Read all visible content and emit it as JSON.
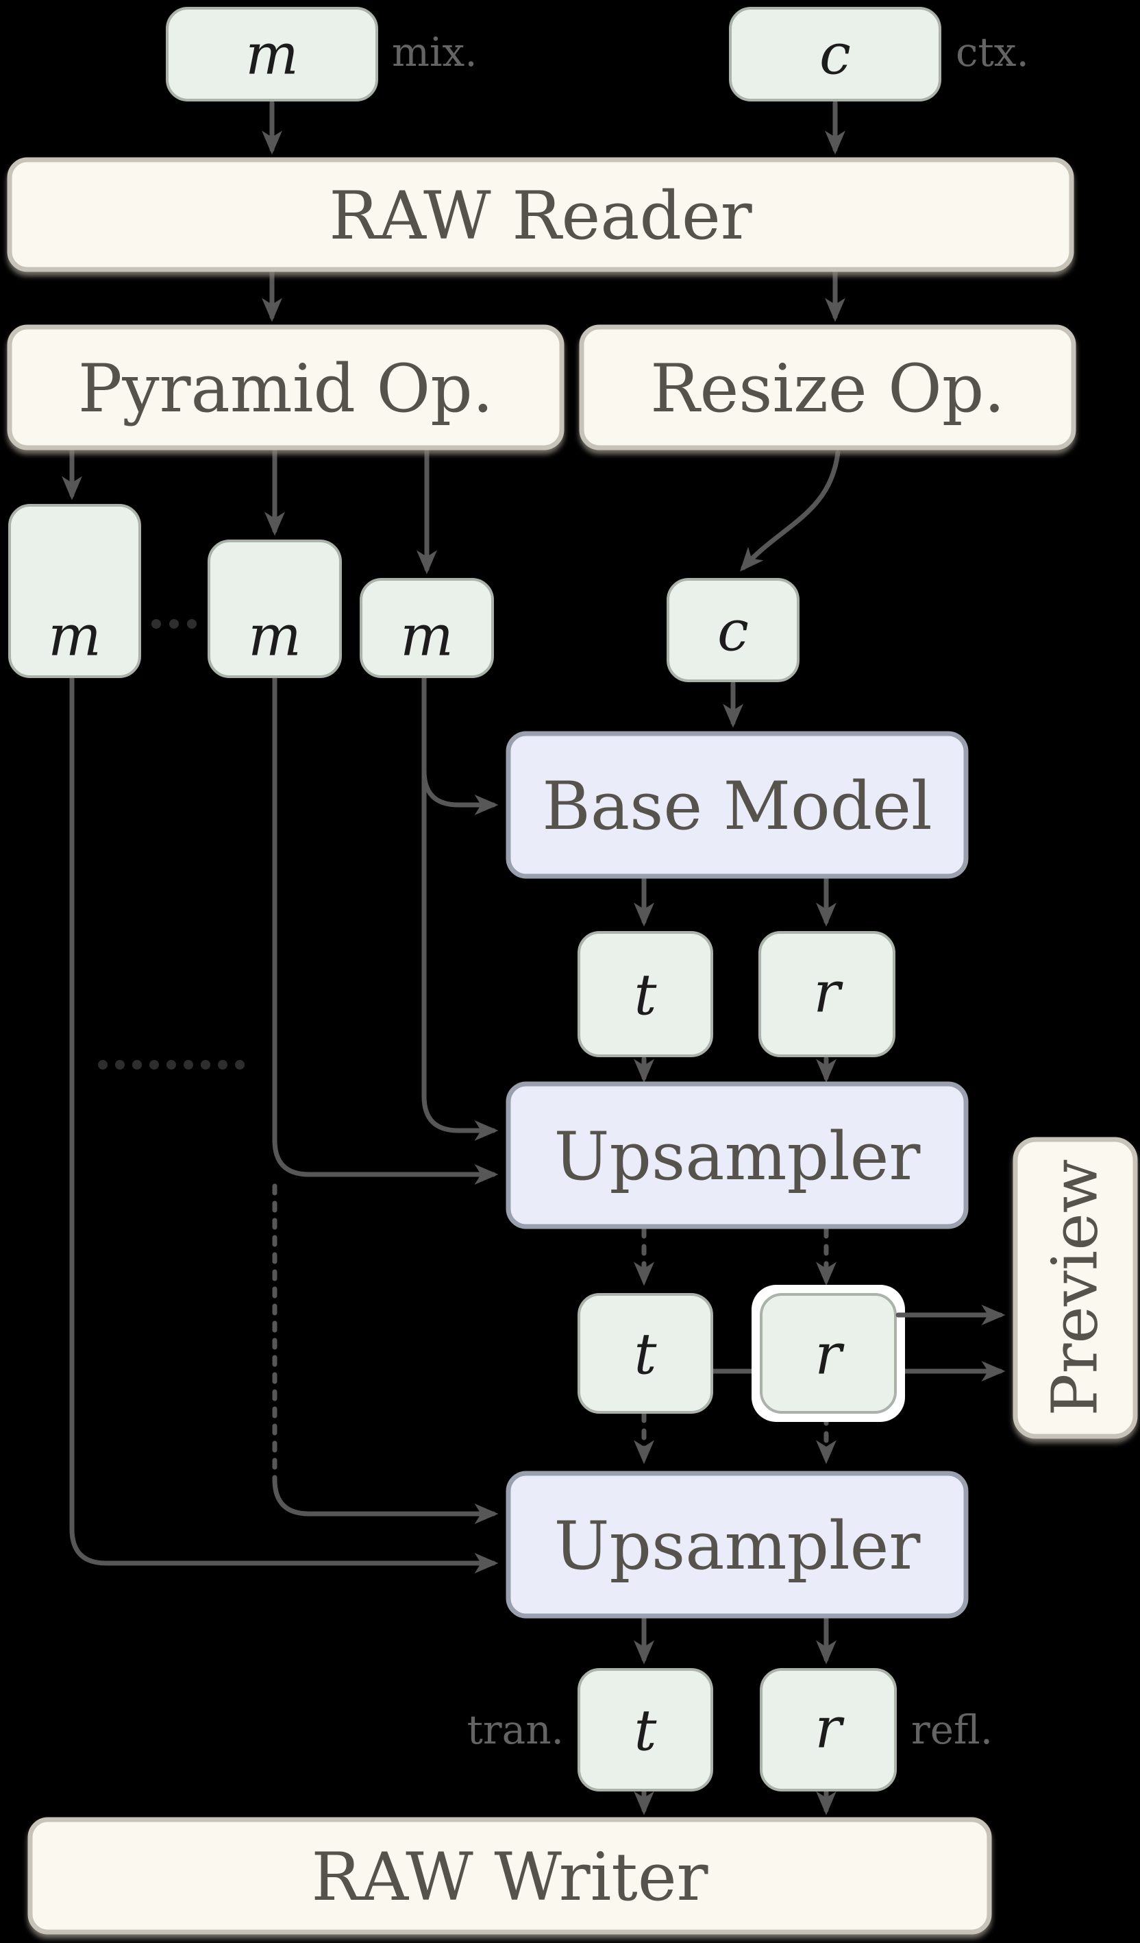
{
  "diagram": {
    "inputs": {
      "mix_symbol": "m",
      "mix_label": "mix.",
      "ctx_symbol": "c",
      "ctx_label": "ctx."
    },
    "ops": {
      "raw_reader": "RAW Reader",
      "pyramid": "Pyramid Op.",
      "resize": "Resize Op.",
      "preview": "Preview",
      "raw_writer": "RAW Writer"
    },
    "models": {
      "base": "Base Model",
      "upsampler1": "Upsampler",
      "upsampler2": "Upsampler"
    },
    "nodes": {
      "m1": "m",
      "m2": "m",
      "m3": "m",
      "c_small": "c",
      "t1": "t",
      "r1": "r",
      "t2": "t",
      "r2": "r",
      "t3": "t",
      "r3": "r"
    },
    "outputs": {
      "tran_label": "tran.",
      "refl_label": "refl."
    },
    "colors": {
      "bg": "#000000",
      "arrow": "#575757",
      "dots": "#2e2e2e",
      "node-fill": "#eaf0ea",
      "node-border": "#aab2aa",
      "op-fill": "#fbf8ef",
      "op-border": "#c8c3b9",
      "model-fill": "#ebecfa",
      "model-border": "#9aa0ae",
      "optext": "#56524c",
      "symtext": "#1c1c1c",
      "label": "#646464"
    }
  }
}
